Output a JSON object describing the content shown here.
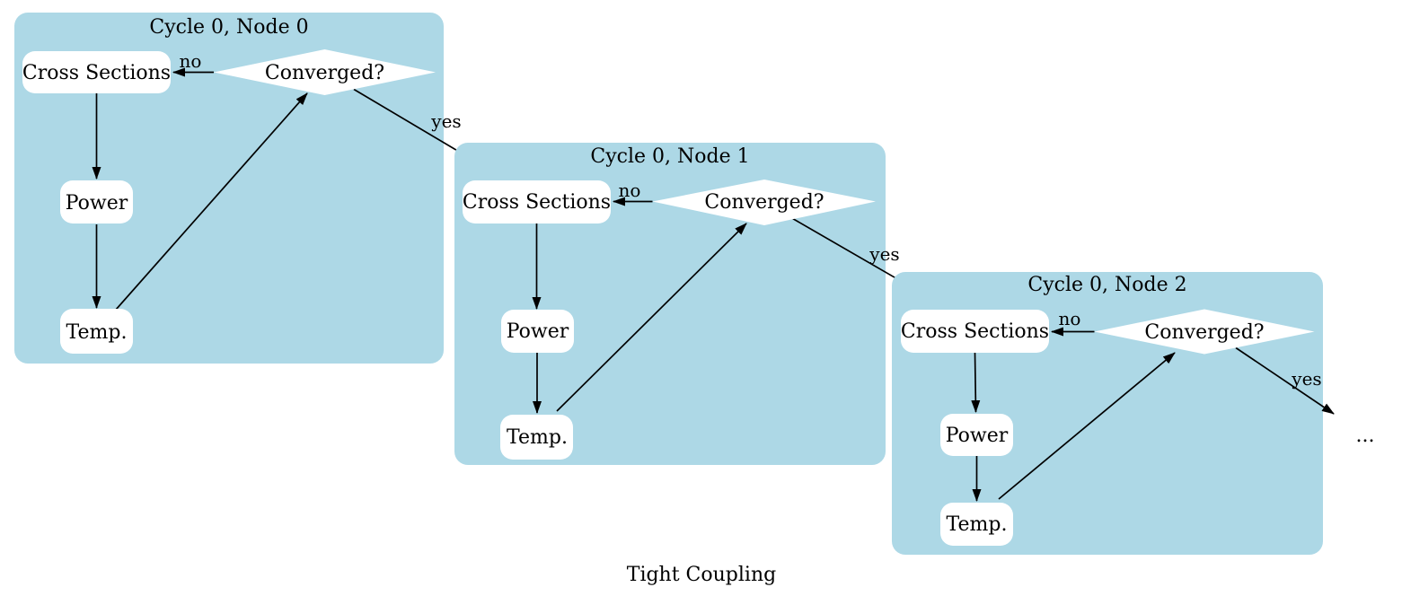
{
  "diagram": {
    "caption": "Tight Coupling",
    "ellipsis_label": "...",
    "colors": {
      "cluster_fill": "#ADD8E6",
      "node_fill": "#FFFFFF",
      "edge_color": "#000000",
      "text_color": "#000000",
      "page_background": "#FFFFFF"
    },
    "clusters": [
      {
        "title": "Cycle 0, Node 0",
        "nodes": {
          "cross_sections": "Cross Sections",
          "power": "Power",
          "temp": "Temp.",
          "decision": "Converged?"
        },
        "edge_labels": {
          "no": "no",
          "yes": "yes"
        }
      },
      {
        "title": "Cycle 0, Node 1",
        "nodes": {
          "cross_sections": "Cross Sections",
          "power": "Power",
          "temp": "Temp.",
          "decision": "Converged?"
        },
        "edge_labels": {
          "no": "no",
          "yes": "yes"
        }
      },
      {
        "title": "Cycle 0, Node 2",
        "nodes": {
          "cross_sections": "Cross Sections",
          "power": "Power",
          "temp": "Temp.",
          "decision": "Converged?"
        },
        "edge_labels": {
          "no": "no",
          "yes": "yes"
        }
      }
    ],
    "flow": [
      {
        "from": "Cross Sections",
        "to": "Power",
        "label": ""
      },
      {
        "from": "Power",
        "to": "Temp.",
        "label": ""
      },
      {
        "from": "Temp.",
        "to": "Converged?",
        "label": ""
      },
      {
        "from": "Converged?",
        "to": "Cross Sections",
        "label": "no"
      },
      {
        "from": "Converged? (Node 0)",
        "to": "Cross Sections (Node 1)",
        "label": "yes"
      },
      {
        "from": "Converged? (Node 1)",
        "to": "Cross Sections (Node 2)",
        "label": "yes"
      },
      {
        "from": "Converged? (Node 2)",
        "to": "...",
        "label": "yes"
      }
    ]
  }
}
